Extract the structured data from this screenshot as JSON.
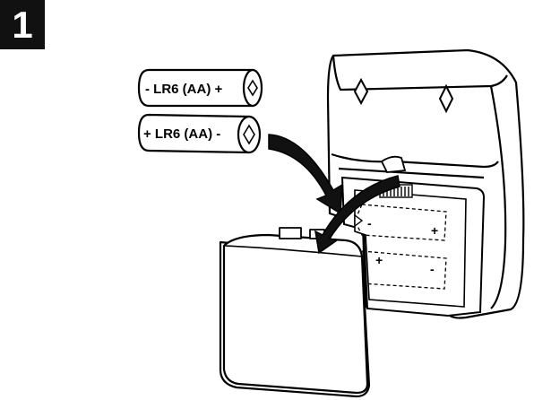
{
  "step": {
    "number": "1"
  },
  "batteries": [
    {
      "label": "- LR6 (AA) +"
    },
    {
      "label": "+ LR6 (AA) -"
    }
  ],
  "compartment": {
    "polarity_top": [
      "-",
      "+"
    ],
    "polarity_bottom": [
      "+",
      "-"
    ]
  }
}
